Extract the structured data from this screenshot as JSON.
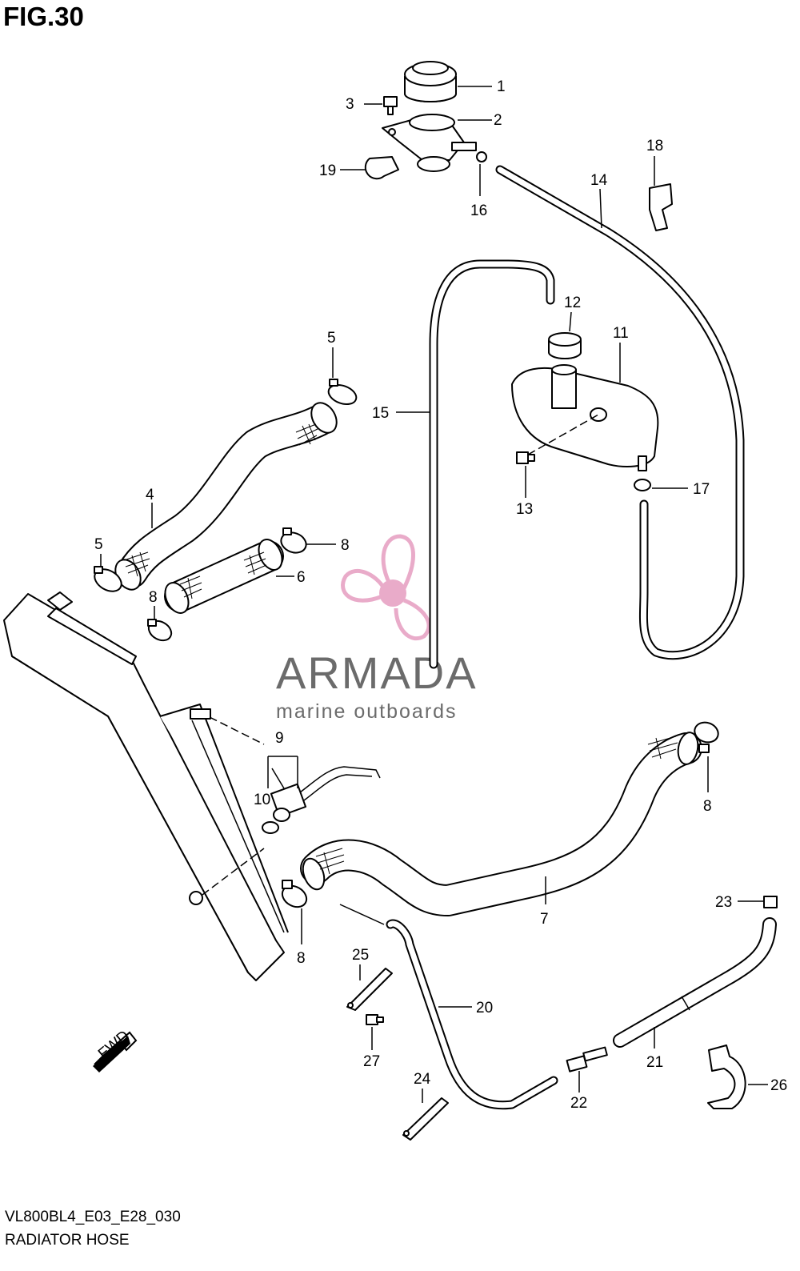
{
  "figure": {
    "title": "FIG.30",
    "code": "VL800BL4_E03_E28_030",
    "name": "RADIATOR HOSE"
  },
  "watermark": {
    "brand": "ARMADA",
    "tagline": "marine outboards",
    "color": "#e7a3c4",
    "text_color": "#6b6b6b"
  },
  "fwd_label": "FWD",
  "callouts": {
    "c1": "1",
    "c2": "2",
    "c3": "3",
    "c4": "4",
    "c5a": "5",
    "c5b": "5",
    "c6": "6",
    "c7": "7",
    "c8a": "8",
    "c8b": "8",
    "c8c": "8",
    "c8d": "8",
    "c9": "9",
    "c10": "10",
    "c11": "11",
    "c12": "12",
    "c13": "13",
    "c14": "14",
    "c15": "15",
    "c16": "16",
    "c17": "17",
    "c18": "18",
    "c19": "19",
    "c20": "20",
    "c21": "21",
    "c22": "22",
    "c23": "23",
    "c24": "24",
    "c25": "25",
    "c26": "26",
    "c27": "27"
  }
}
